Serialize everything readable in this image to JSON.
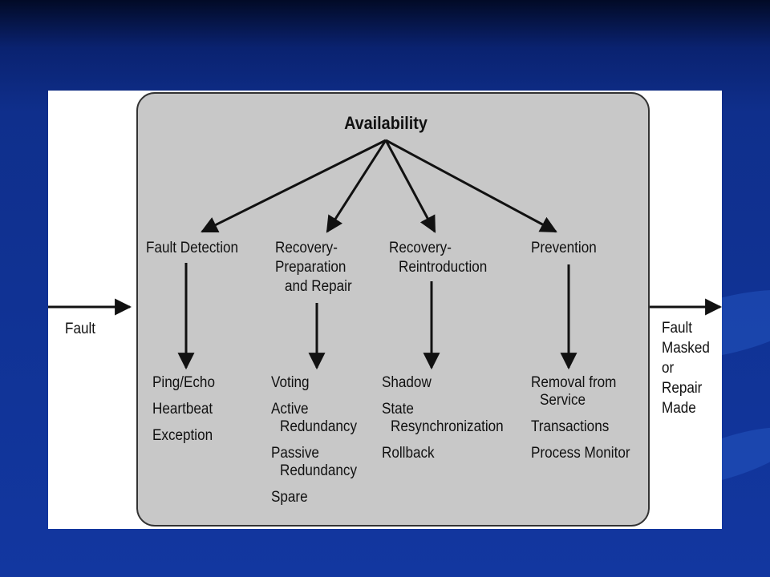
{
  "diagram": {
    "root": "Availability",
    "input": "Fault",
    "output": [
      "Fault",
      "Masked",
      "or",
      "Repair",
      "Made"
    ],
    "categories": [
      {
        "title": [
          "Fault Detection"
        ],
        "tactics": [
          [
            "Ping/Echo"
          ],
          [
            "Heartbeat"
          ],
          [
            "Exception"
          ]
        ]
      },
      {
        "title": [
          "Recovery-",
          "Preparation",
          "and Repair"
        ],
        "tactics": [
          [
            "Voting"
          ],
          [
            "Active",
            "Redundancy"
          ],
          [
            "Passive",
            "Redundancy"
          ],
          [
            "Spare"
          ]
        ]
      },
      {
        "title": [
          "Recovery-",
          "Reintroduction"
        ],
        "tactics": [
          [
            "Shadow"
          ],
          [
            "State",
            "Resynchronization"
          ],
          [
            "Rollback"
          ]
        ]
      },
      {
        "title": [
          "Prevention"
        ],
        "tactics": [
          [
            "Removal from",
            "Service"
          ],
          [
            "Transactions"
          ],
          [
            "Process Monitor"
          ]
        ]
      }
    ]
  }
}
